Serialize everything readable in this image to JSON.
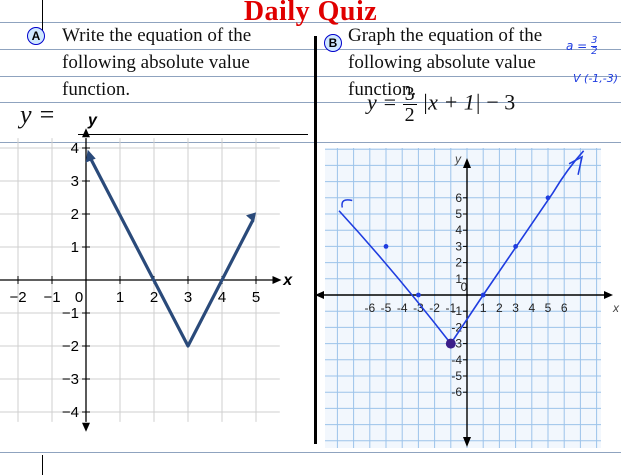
{
  "title": "Daily Quiz",
  "part_a": {
    "badge": "A",
    "prompt_lines": [
      "Write the equation of the",
      "following absolute value",
      "function."
    ],
    "answer_label": "y ="
  },
  "part_b": {
    "badge": "B",
    "prompt_lines": [
      "Graph the equation of the",
      "following absolute value",
      "function."
    ],
    "equation": {
      "lhs": "y =",
      "frac_num": "3",
      "frac_den": "2",
      "abs_expr": "|x + 1|",
      "tail": "− 3"
    }
  },
  "handwriting": {
    "a_label": "a =",
    "a_num": "3",
    "a_den": "2",
    "vertex_note": "V (-1,-3)"
  },
  "graph_a": {
    "x_axis_label": "x",
    "y_axis_label": "y",
    "x_ticks": [
      "−2",
      "−1",
      "0",
      "1",
      "2",
      "3",
      "4",
      "5"
    ],
    "y_ticks": [
      "4",
      "3",
      "2",
      "1",
      "−1",
      "−2",
      "−3",
      "−4"
    ],
    "color": "#2a4a7a"
  },
  "graph_b": {
    "x_axis_label": "x",
    "y_axis_label": "y",
    "x_ticks": [
      "-6",
      "-5",
      "-4",
      "-3",
      "-2",
      "-1",
      "0",
      "1",
      "2",
      "3",
      "4",
      "5",
      "6"
    ],
    "y_ticks": [
      "6",
      "5",
      "4",
      "3",
      "2",
      "1",
      "-1",
      "-2",
      "-3",
      "-4",
      "-5",
      "-6"
    ],
    "grid_color": "#9cc3ea",
    "ink_color": "#1f3de0"
  }
}
